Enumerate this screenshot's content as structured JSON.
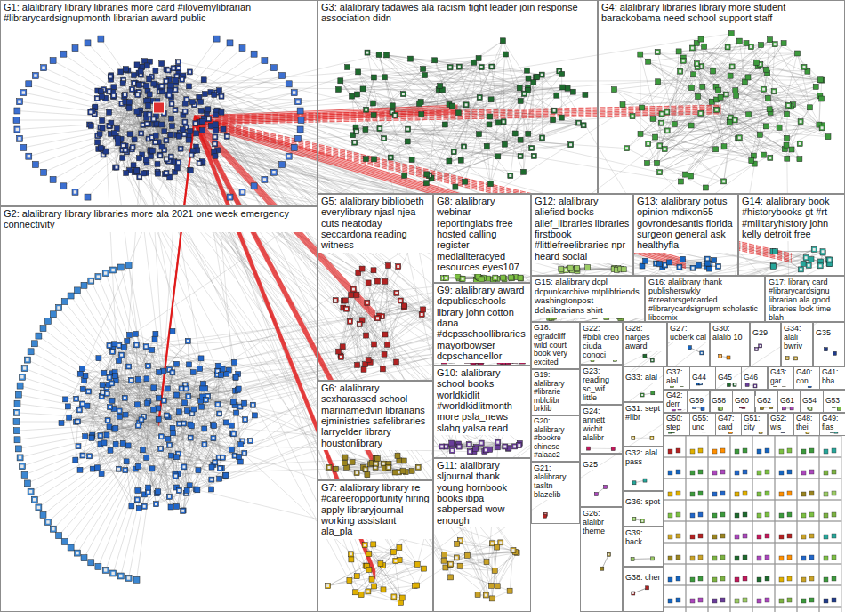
{
  "diagram": {
    "nodes": [
      {
        "text": [
          "G1: alalibrary library libraries more card #ilovemylibrarian #librarycardsignupmonth librarian award public"
        ]
      },
      {
        "text": [
          "G2: alalibrary library libraries more ala 2021 one week emergency connectivity"
        ]
      },
      {
        "text": [
          "G3: alalibrary tadawes ala racism fight leader join response association didn"
        ]
      },
      {
        "text": [
          "G4: alalibrary libraries library more student barackobama need school support staff"
        ]
      },
      {
        "text": [
          "G5: alalibrary bibliobeth everylibrary njasl njea cuts neatoday seccardona reading witness"
        ]
      },
      {
        "text": [
          "G6: alalibrary sexharassed school marinamedvin librarians ejministries safelibraries larryelder library houstonlibrary"
        ]
      },
      {
        "text": [
          "G7: alalibrary library re #careeropportunity hiring apply libraryjournal working assistant ala_pla"
        ]
      },
      {
        "text": [
          "G8: alalibrary webinar reportinglabs free hosted calling register medialiteracyed resources eyes107"
        ]
      },
      {
        "text": [
          "G9: alalibrary award dcpublicschools library john cotton dana #dcpsschoollibraries mayorbowser dcpschancellor"
        ]
      },
      {
        "text": [
          "G10: alalibrary school books worldkidlit #worldkidlitmonth more psla_news slahq yalsa read"
        ]
      },
      {
        "text": [
          "G11: alalibrary sljournal thank young hornbook books ibpa sabpersad wow enough"
        ]
      },
      {
        "text": [
          "G12: alalibrary aliefisd books alief_libraries libraries firstbook #littlefreelibraries npr heard social"
        ]
      },
      {
        "text": [
          "G13: alalibrary potus opinion mdixon55 govrondesantis florida surgeon general ask healthyfla"
        ]
      },
      {
        "text": [
          "G14: alalibrary book #historybooks gt #rt #militaryhistory john kelly detroit free"
        ]
      },
      {
        "text": [
          "G15: alalibrary dcpl dcpunkarchive mtplibfriends washingtonpost dclalibrarians shirt"
        ]
      },
      {
        "text": [
          "G16: alalibrary thank publisherswkly #creatorsgetcarded #librarycardsignupm scholastic libcomix"
        ]
      },
      {
        "text": [
          "G17: library card #librarycardsignu librarian ala good libraries look time blah"
        ]
      },
      {
        "text": [
          "G18: egradcliff wild court book very excited"
        ]
      },
      {
        "text": [
          "G19: alalibrary #librarie mblclibr brklib"
        ]
      },
      {
        "text": [
          "G20: alalibrary #bookre chinese #alaac2"
        ]
      },
      {
        "text": [
          "G21: alalibrary tasltn blazelib"
        ]
      },
      {
        "text": [
          "G22: #bibli creo ciuda conoci"
        ]
      },
      {
        "text": [
          "G23: reading sc_wif little"
        ]
      },
      {
        "text": [
          "G24: annett wichit alalibr"
        ]
      },
      {
        "text": [
          "G25"
        ]
      },
      {
        "text": [
          "G26: alalibr theme"
        ]
      },
      {
        "text": [
          "G27: ucberk cal"
        ]
      },
      {
        "text": [
          "G28: narges award"
        ]
      },
      {
        "text": [
          "G29"
        ]
      },
      {
        "text": [
          "G30: alalib 10"
        ]
      },
      {
        "text": [
          "G31: sept #libr"
        ]
      },
      {
        "text": [
          "G32: alal pass"
        ]
      },
      {
        "text": [
          "G33: alal"
        ]
      },
      {
        "text": [
          "G34: alali bwriv"
        ]
      },
      {
        "text": [
          "G35"
        ]
      },
      {
        "text": [
          "G36: spot"
        ]
      },
      {
        "text": [
          "G37: alal"
        ]
      },
      {
        "text": [
          "G38: cher"
        ]
      },
      {
        "text": [
          "G39: back"
        ]
      },
      {
        "text": [
          "G40: con"
        ]
      },
      {
        "text": [
          "G41: bha"
        ]
      },
      {
        "text": [
          "G42: derr"
        ]
      },
      {
        "text": [
          "G43: gar"
        ]
      },
      {
        "text": [
          "G44"
        ]
      },
      {
        "text": [
          "G45"
        ]
      },
      {
        "text": [
          "G46"
        ]
      },
      {
        "text": [
          "G47: card"
        ]
      },
      {
        "text": [
          "G48: thei"
        ]
      },
      {
        "text": [
          "G49: flas"
        ]
      },
      {
        "text": [
          "G50: step"
        ]
      },
      {
        "text": [
          "G51: city"
        ]
      },
      {
        "text": [
          "G52: wis"
        ]
      },
      {
        "text": [
          "G53"
        ]
      },
      {
        "text": [
          "G54"
        ]
      },
      {
        "text": [
          "G55: unc"
        ]
      },
      {
        "text": [
          "G58"
        ]
      },
      {
        "text": [
          "G59"
        ]
      },
      {
        "text": [
          "G60"
        ]
      },
      {
        "text": [
          "G61"
        ]
      },
      {
        "text": [
          "G62"
        ]
      }
    ]
  }
}
